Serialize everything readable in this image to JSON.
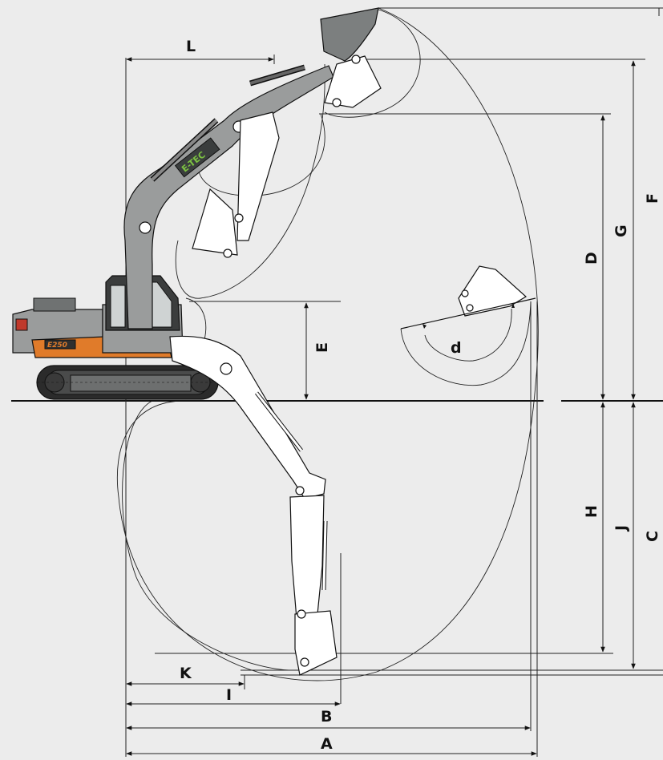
{
  "diagram": {
    "dimension_labels": {
      "A": "A",
      "B": "B",
      "C": "C",
      "D": "D",
      "E": "E",
      "F": "F",
      "G": "G",
      "H": "H",
      "I": "I",
      "J": "J",
      "K": "K",
      "L": "L",
      "d": "d"
    },
    "machine": {
      "brand_logo": "E-TEC",
      "model_badge": "E250"
    },
    "colors": {
      "background": "#ececec",
      "machine_grey": "#9a9c9c",
      "accent_orange": "#e07b2a",
      "logo_green": "#7cc242",
      "line": "#111111"
    }
  }
}
